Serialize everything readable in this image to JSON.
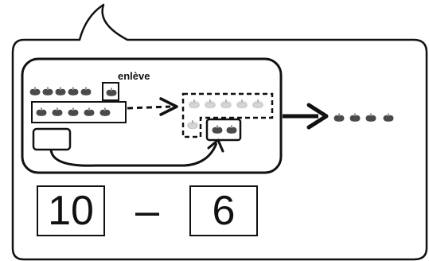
{
  "diagram": {
    "action_label": "enlève",
    "equation": {
      "left": "10",
      "operator": "–",
      "right": "6"
    },
    "groups": {
      "top_row_count": 5,
      "bottom_row_count": 5,
      "removed_count": 6,
      "kept_count": 4
    },
    "colors": {
      "stroke": "#111111",
      "fruit": "#4a4a4a",
      "fruit_faded": "#d6d6d6"
    },
    "icon": "apple-icon"
  }
}
